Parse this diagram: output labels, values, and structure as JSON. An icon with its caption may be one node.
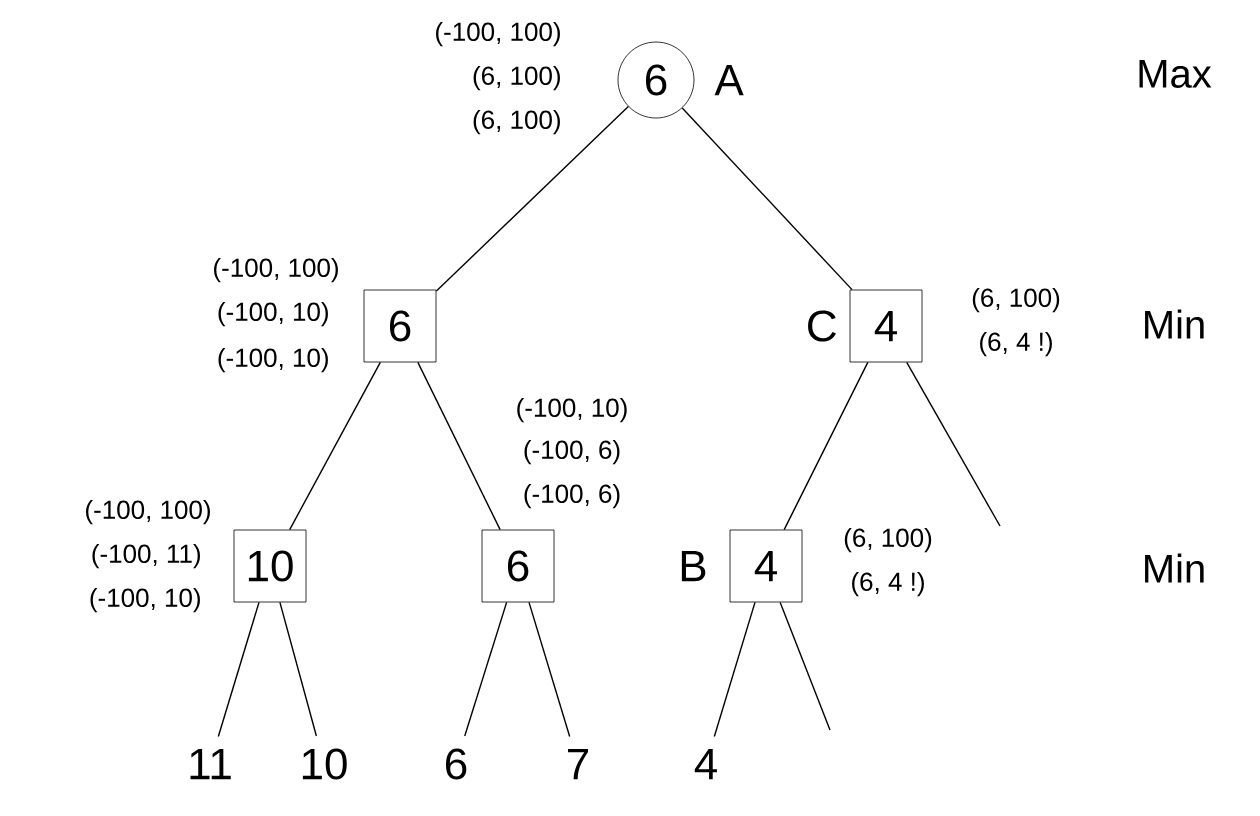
{
  "diagram": {
    "nodes": [
      {
        "text": [
          "6"
        ],
        "beside": [
          "A",
          "(-100, 100)",
          "(6, 100)",
          "(6, 100)"
        ]
      },
      {
        "text": [
          "6"
        ],
        "beside": [
          "(-100, 100)",
          "(-100, 10)",
          "(-100, 10)"
        ]
      },
      {
        "text": [
          "4"
        ],
        "beside": [
          "C",
          "(6, 100)",
          "(6, 4 !)"
        ]
      },
      {
        "text": [
          "10"
        ],
        "beside": [
          "(-100, 100)",
          "(-100, 11)",
          "(-100, 10)"
        ]
      },
      {
        "text": [
          "6"
        ],
        "beside": [
          "(-100, 10)",
          "(-100, 6)",
          "(-100, 6)"
        ]
      },
      {
        "text": [
          "4"
        ],
        "beside": [
          "B",
          "(6, 100)",
          "(6, 4 !)"
        ]
      },
      {
        "text": [
          "11"
        ]
      },
      {
        "text": [
          "10"
        ]
      },
      {
        "text": [
          "6"
        ]
      },
      {
        "text": [
          "7"
        ]
      },
      {
        "text": [
          "4"
        ]
      }
    ],
    "edges": [
      {
        "from": 0,
        "to": 1,
        "arrow": "none"
      },
      {
        "from": 0,
        "to": 2,
        "arrow": "none"
      },
      {
        "from": 1,
        "to": 3,
        "arrow": "none"
      },
      {
        "from": 1,
        "to": 4,
        "arrow": "none"
      },
      {
        "from": 2,
        "to": 5,
        "arrow": "none"
      },
      {
        "from": 2,
        "to": null,
        "arrow": "none"
      },
      {
        "from": 3,
        "to": 6,
        "arrow": "none"
      },
      {
        "from": 3,
        "to": 7,
        "arrow": "none"
      },
      {
        "from": 4,
        "to": 8,
        "arrow": "none"
      },
      {
        "from": 4,
        "to": 9,
        "arrow": "none"
      },
      {
        "from": 5,
        "to": 10,
        "arrow": "none"
      },
      {
        "from": 5,
        "to": null,
        "arrow": "none"
      }
    ],
    "labels": [
      "Max",
      "Min",
      "Min"
    ]
  }
}
